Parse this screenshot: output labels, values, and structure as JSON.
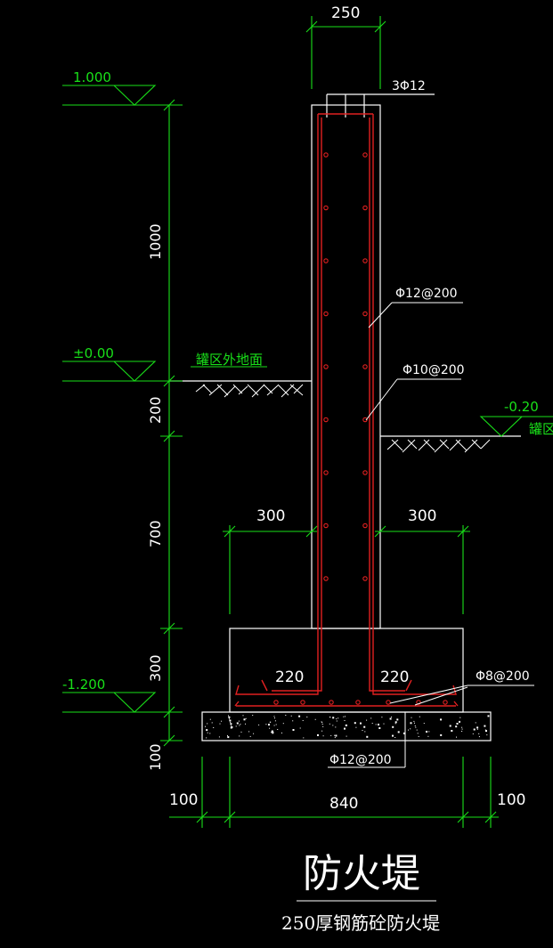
{
  "drawing": {
    "title": "防火堤",
    "subtitle": "250厚钢筋砼防火堤"
  },
  "elevations": {
    "top": "1.000",
    "ground": "±0.00",
    "bottom": "-1.200",
    "tank_area": "-0.20",
    "outer_ground_label": "罐区外地面",
    "tank_area_label": "罐区"
  },
  "dimensions": {
    "wall_width": "250",
    "height_upper": "1000",
    "height_200": "200",
    "height_700": "700",
    "height_300": "300",
    "height_100": "100",
    "footing_left": "300",
    "footing_right": "300",
    "base_left": "100",
    "base_width": "840",
    "base_right": "100",
    "hook_left": "220",
    "hook_right": "220"
  },
  "rebar": {
    "top_bars": "3Φ12",
    "vertical": "Φ12@200",
    "horizontal": "Φ10@200",
    "footing_dist": "Φ8@200",
    "footing_main": "Φ12@200"
  },
  "colors": {
    "background": "#000000",
    "outline": "#ffffff",
    "dimension": "#19e019",
    "rebar": "#e02020"
  }
}
